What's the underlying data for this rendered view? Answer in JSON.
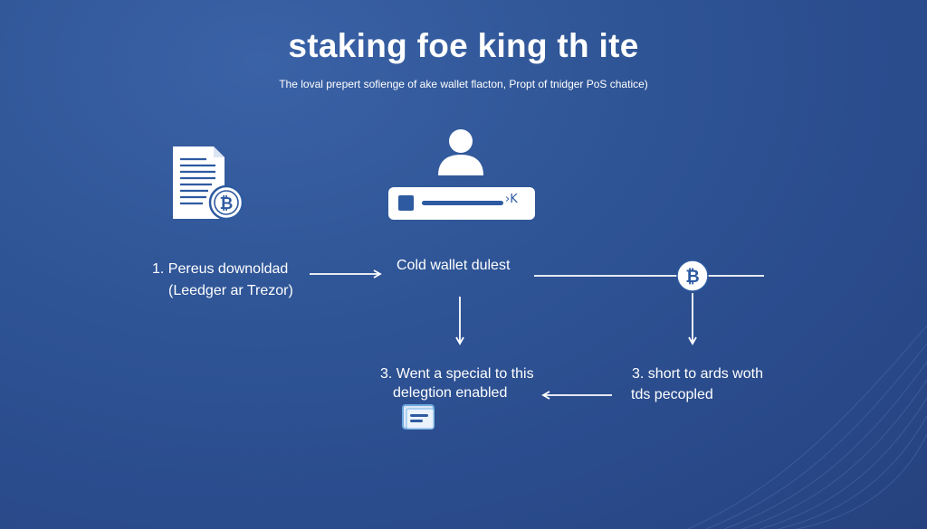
{
  "header": {
    "title": "staking foe king th ite",
    "subtitle": "The loval prepert sofienge of ake wallet flacton, Propt of tnidger PoS chatice)"
  },
  "steps": {
    "step1": {
      "line1": "1. Pereus downoldad",
      "line2": "(Leedger ar Trezor)"
    },
    "cold_wallet": {
      "label": "Cold wallet dulest",
      "device_text": "›K"
    },
    "step3_left": {
      "line1": "3. Went a special to this",
      "line2": "delegtion enabled"
    },
    "step3_right": {
      "line1": "3.  short to ards woth",
      "line2": "tds pecopled"
    }
  },
  "colors": {
    "background": "#2f5596",
    "accent": "#2d5aa0",
    "white": "#ffffff"
  },
  "icons": {
    "document": "document-bitcoin-icon",
    "user": "user-icon",
    "device": "hardware-wallet-icon",
    "coin": "bitcoin-icon",
    "card": "wallet-card-icon"
  }
}
